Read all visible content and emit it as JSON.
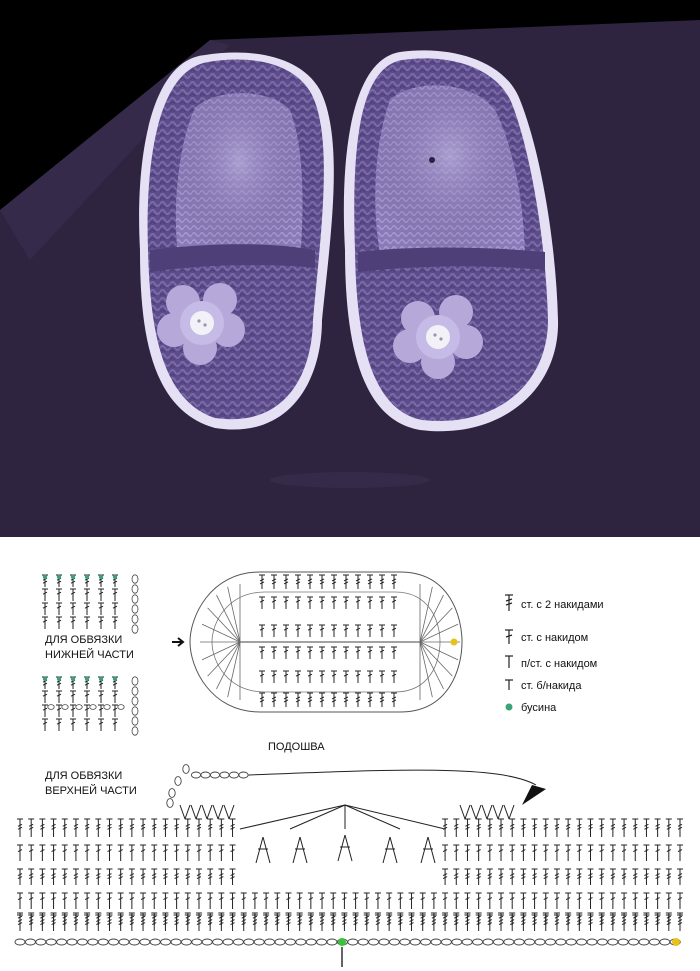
{
  "colors": {
    "photo_background": "#000000",
    "board": "#2e2440",
    "yarn_dark": "#5b4a86",
    "yarn_mid": "#7a69a8",
    "yarn_light": "#c9bfe2",
    "chart_ink": "#222222",
    "bead": "#3aa37a",
    "marker": "#e8c11a",
    "start_marker": "#39c23b"
  },
  "labels": {
    "lower_edging": [
      "ДЛЯ ОБВЯЗКИ",
      "НИЖНЕЙ ЧАСТИ"
    ],
    "upper_edging": [
      "ДЛЯ ОБВЯЗКИ",
      "ВЕРХНЕЙ ЧАСТИ"
    ],
    "sole": "ПОДОШВА"
  },
  "legend": [
    {
      "icon": "double-treble-icon",
      "text": "ст. с 2 накидами"
    },
    {
      "icon": "treble-icon",
      "text": "ст. с накидом"
    },
    {
      "icon": "half-treble-icon",
      "text": "п/ст. с накидом"
    },
    {
      "icon": "single-crochet-icon",
      "text": "ст. б/накида"
    },
    {
      "icon": "bead-icon",
      "text": "бусина"
    }
  ]
}
